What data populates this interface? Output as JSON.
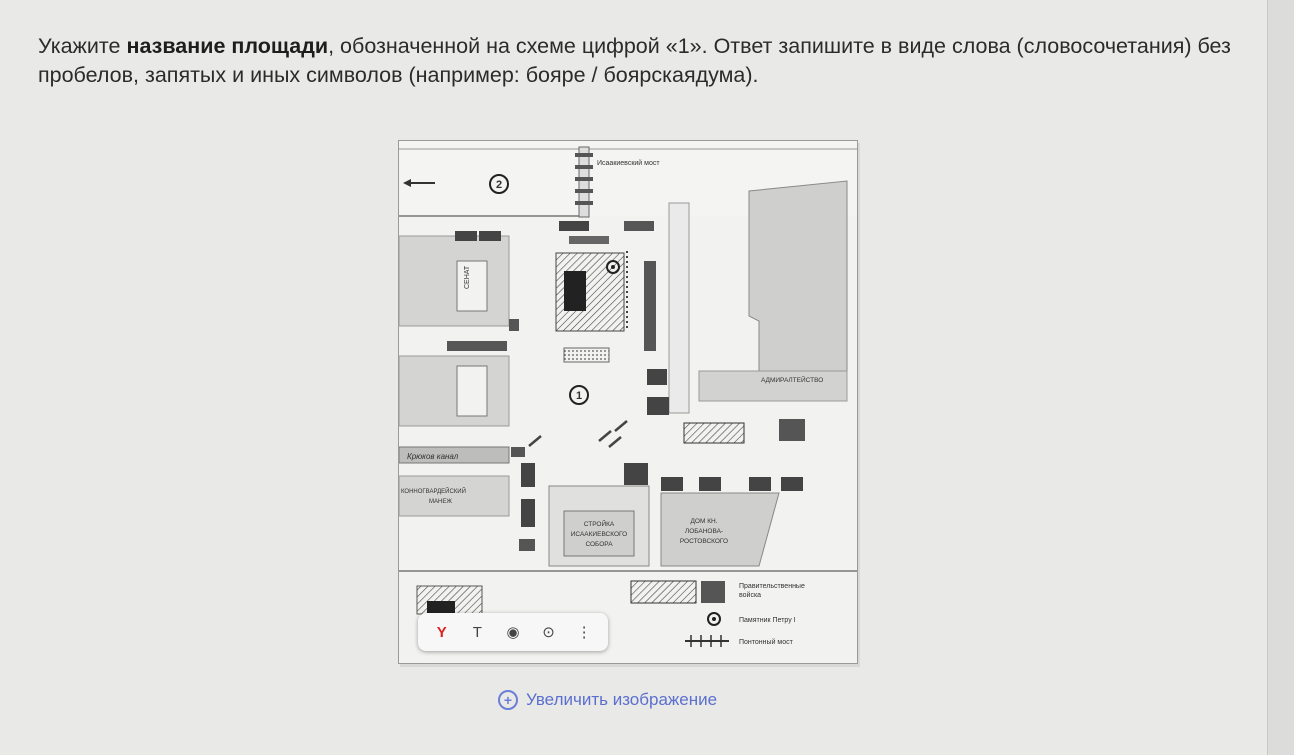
{
  "question": {
    "part1": "Укажите ",
    "bold": "название площади",
    "part2": ", обозначенной на схеме цифрой «1». Ответ запишите в виде слова (словосочетания) без пробелов, запятых и иных символов (например: бояре / боярскаядума)."
  },
  "map": {
    "marker_1": "1",
    "marker_2": "2",
    "label_bridge": "Исаакиевский мост",
    "label_senate": "СЕНАТ",
    "label_admiralty": "АДМИРАЛТЕЙСТВО",
    "label_kryukov": "Крюков канал",
    "label_manezh_1": "КОННОГВАРДЕЙСКИЙ",
    "label_manezh_2": "МАНЕЖ",
    "label_stroika_1": "СТРОЙКА",
    "label_stroika_2": "ИСААКИЕВСКОГО",
    "label_stroika_3": "СОБОРА",
    "label_dom_1": "ДОМ КН.",
    "label_dom_2": "ЛОБАНОВА-",
    "label_dom_3": "РОСТОВСКОГО",
    "legend_troops_1": "Правительственные",
    "legend_troops_2": "войска",
    "legend_monument": "Памятник Петру I",
    "legend_pontoon": "Понтонный мост"
  },
  "toolbar": {
    "yandex_icon_glyph": "Y",
    "text_icon_glyph": "T",
    "eye_icon_glyph": "◉",
    "lens_icon_glyph": "⊙",
    "more_icon_glyph": "⋮"
  },
  "enlarge": {
    "icon_glyph": "+",
    "label": "Увеличить изображение"
  }
}
